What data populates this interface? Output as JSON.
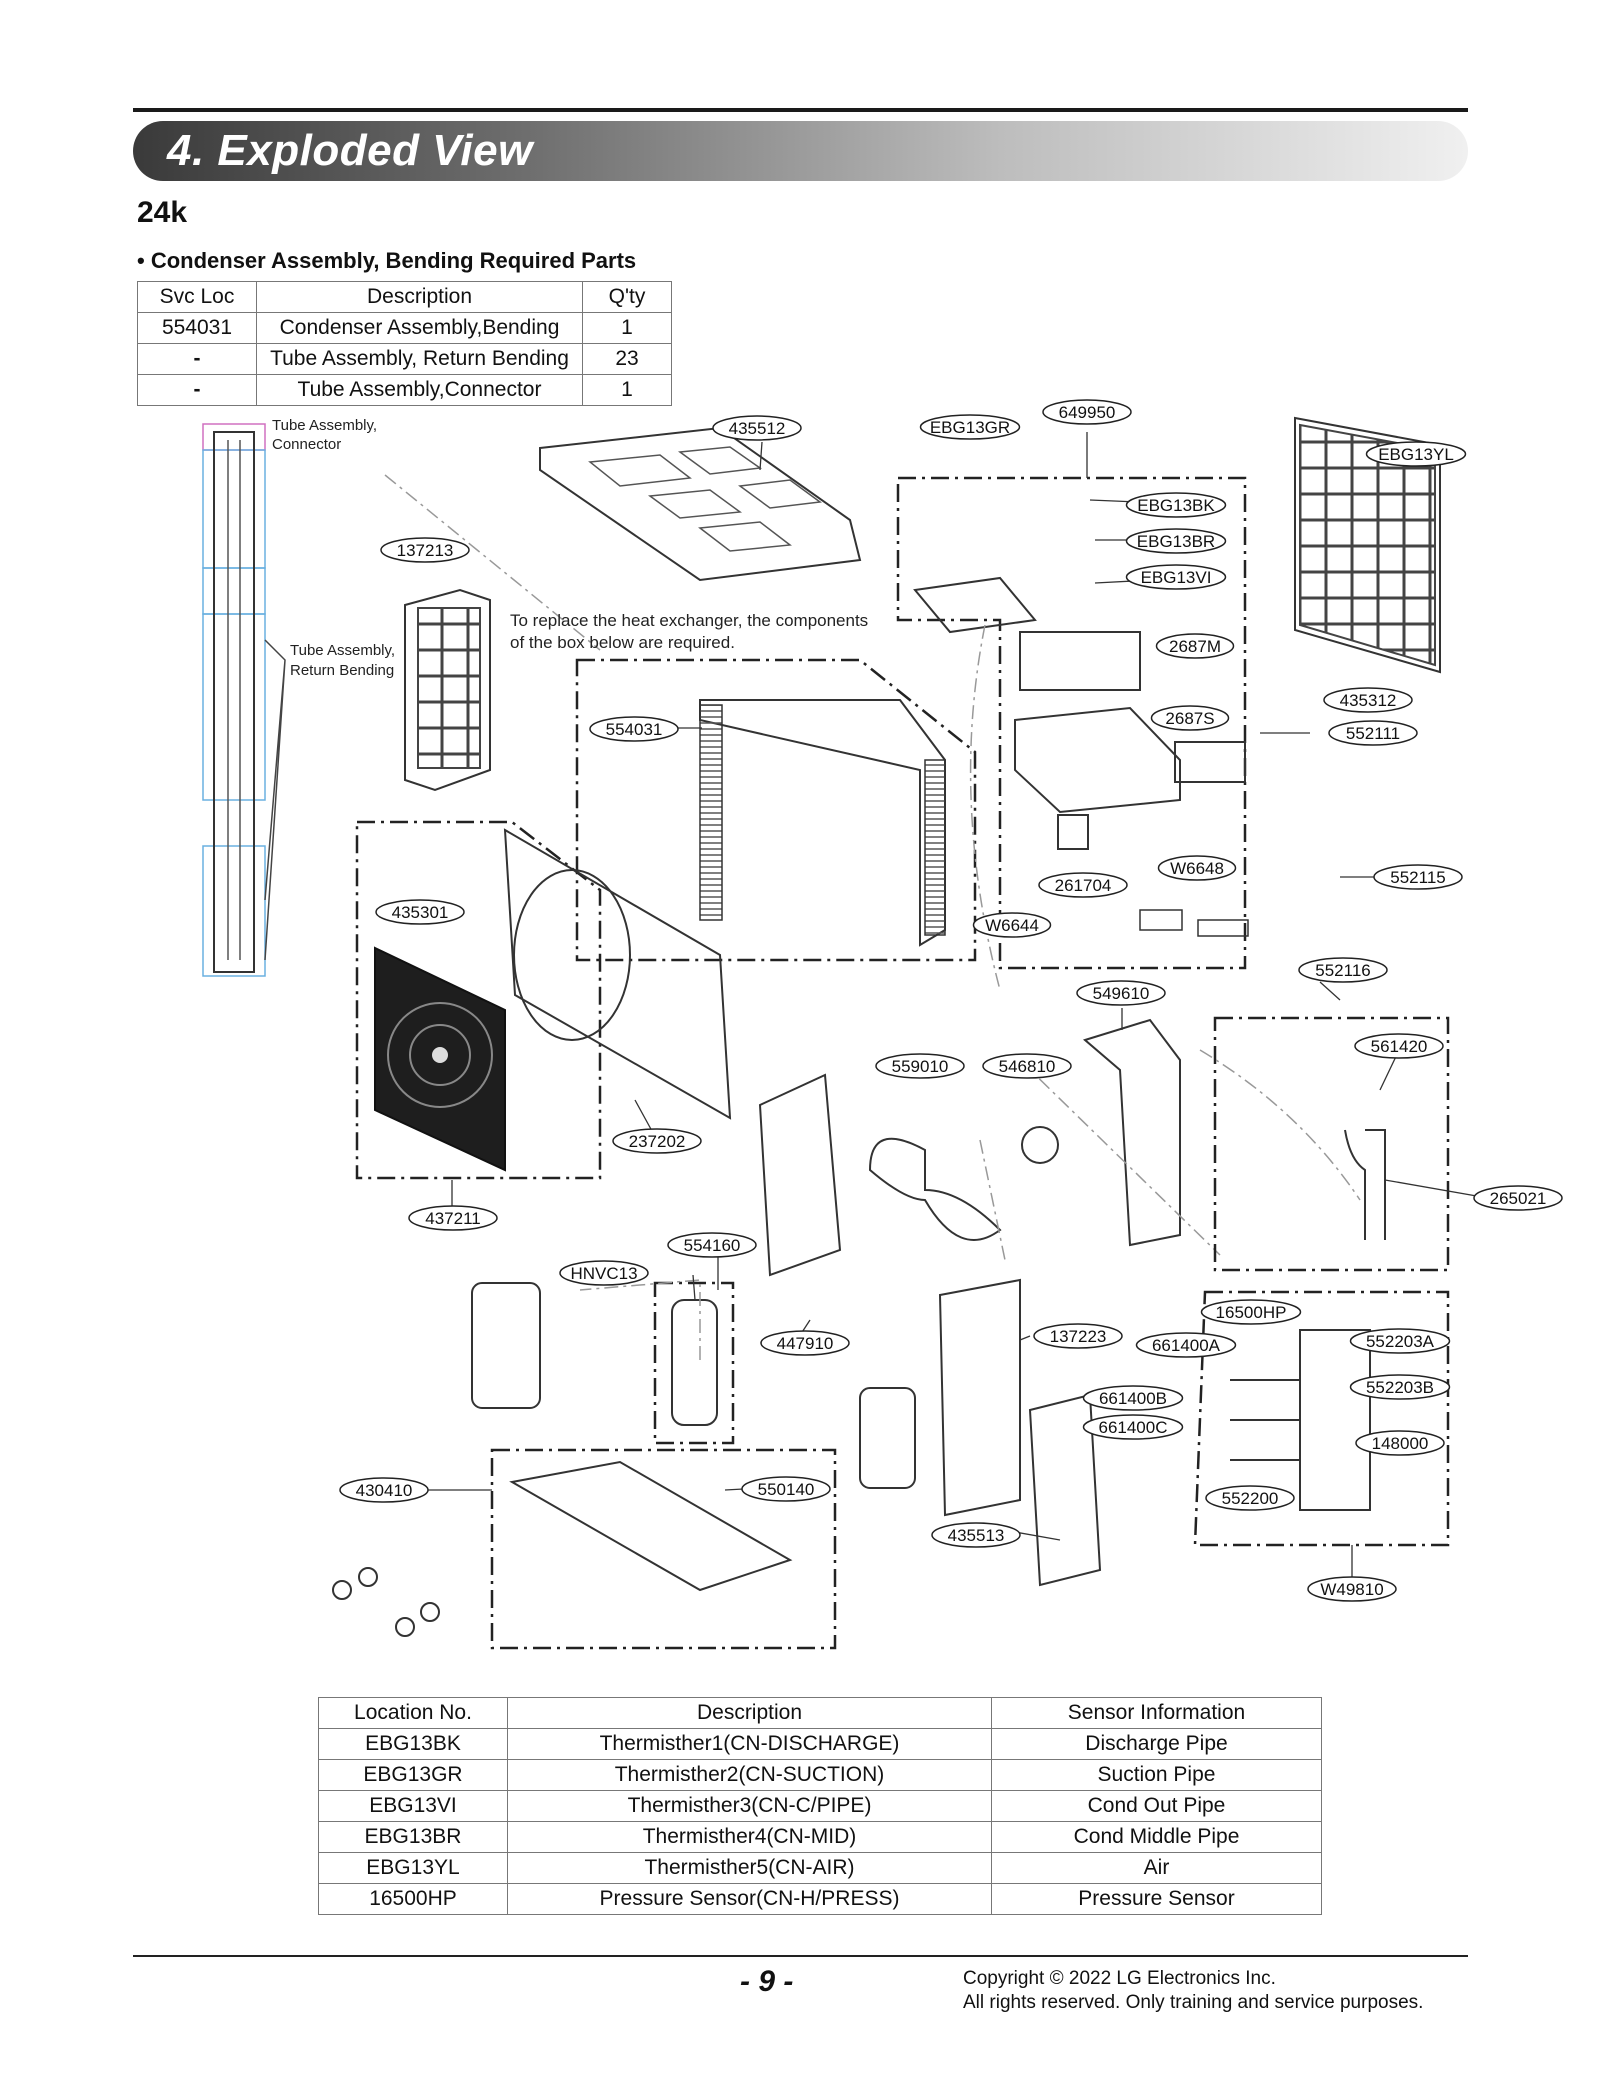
{
  "header": {
    "section_title": "4. Exploded View",
    "model": "24k"
  },
  "bending_section": {
    "title": "• Condenser Assembly, Bending Required Parts",
    "columns": [
      "Svc Loc",
      "Description",
      "Q'ty"
    ],
    "rows": [
      [
        "554031",
        "Condenser Assembly,Bending",
        "1"
      ],
      [
        "-",
        "Tube Assembly, Return Bending",
        "23"
      ],
      [
        "-",
        "Tube Assembly,Connector",
        "1"
      ]
    ]
  },
  "diagram": {
    "side_labels": [
      "Tube Assembly,",
      "Connector",
      "Tube Assembly,",
      "Return Bending"
    ],
    "note": [
      "To replace the heat exchanger, the components",
      "of the box below are required."
    ],
    "callouts": [
      "435512",
      "EBG13GR",
      "649950",
      "EBG13YL",
      "EBG13BK",
      "EBG13BR",
      "EBG13VI",
      "137213",
      "2687M",
      "435312",
      "554031",
      "2687S",
      "552111",
      "552115",
      "261704",
      "W6648",
      "W6644",
      "435301",
      "552116",
      "549610",
      "561420",
      "559010",
      "546810",
      "237202",
      "265021",
      "437211",
      "554160",
      "HNVC13",
      "16500HP",
      "447910",
      "137223",
      "661400A",
      "552203A",
      "552203B",
      "661400B",
      "661400C",
      "148000",
      "430410",
      "550140",
      "552200",
      "435513",
      "W49810"
    ]
  },
  "sensor_table": {
    "columns": [
      "Location No.",
      "Description",
      "Sensor Information"
    ],
    "rows": [
      [
        "EBG13BK",
        "Thermisther1(CN-DISCHARGE)",
        "Discharge Pipe"
      ],
      [
        "EBG13GR",
        "Thermisther2(CN-SUCTION)",
        "Suction Pipe"
      ],
      [
        "EBG13VI",
        "Thermisther3(CN-C/PIPE)",
        "Cond Out Pipe"
      ],
      [
        "EBG13BR",
        "Thermisther4(CN-MID)",
        "Cond Middle Pipe"
      ],
      [
        "EBG13YL",
        "Thermisther5(CN-AIR)",
        "Air"
      ],
      [
        "16500HP",
        "Pressure Sensor(CN-H/PRESS)",
        "Pressure Sensor"
      ]
    ]
  },
  "footer": {
    "page_number": "- 9 -",
    "copyright": "Copyright © 2022 LG Electronics Inc.",
    "rights": "All rights reserved. Only training and service purposes."
  }
}
